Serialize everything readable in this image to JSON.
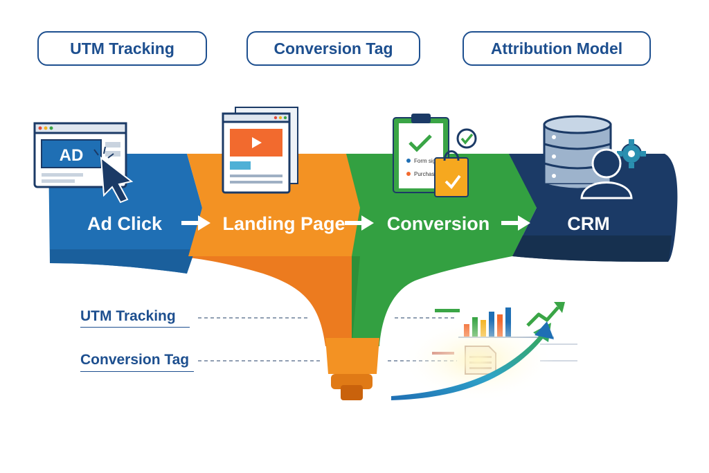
{
  "top_tags": [
    "UTM Tracking",
    "Conversion Tag",
    "Attribution Model"
  ],
  "stages": [
    "Ad Click",
    "Landing Page",
    "Conversion",
    "CRM"
  ],
  "ad_icon_text": "AD",
  "form_items": [
    "Form sign",
    "Purchase"
  ],
  "side_labels": [
    "UTM Tracking",
    "Conversion Tag"
  ],
  "colors": {
    "blue": "#1f6fb4",
    "orange": "#f39223",
    "green": "#2f9e3e",
    "navy": "#1b3a66",
    "label": "#1d4f8f"
  }
}
